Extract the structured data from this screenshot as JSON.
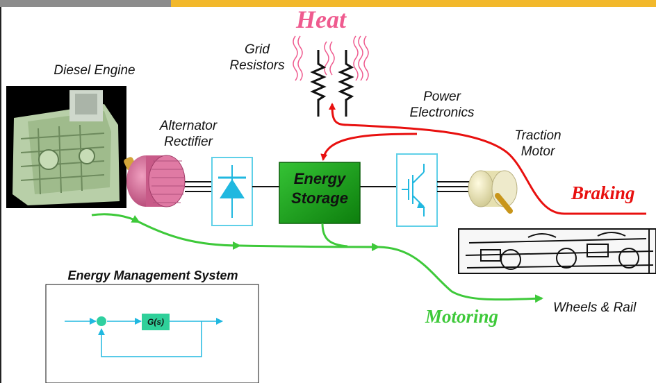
{
  "heat": "Heat",
  "grid_resistors": [
    "Grid",
    "Resistors"
  ],
  "diesel_engine": "Diesel Engine",
  "alternator_rectifier": [
    "Alternator",
    "Rectifier"
  ],
  "power_electronics": [
    "Power",
    "Electronics"
  ],
  "traction_motor": [
    "Traction",
    "Motor"
  ],
  "energy_storage": [
    "Energy",
    "Storage"
  ],
  "braking": "Braking",
  "motoring": "Motoring",
  "wheels_rail": "Wheels & Rail",
  "ems_title": "Energy Management System",
  "transfer_function": "G(s)",
  "colors": {
    "heat": "#ef5b8f",
    "braking_path": "#e8100f",
    "motoring_path": "#3ec93a",
    "energy_storage": "#1a9c1a",
    "control_lines": "#20b8e0",
    "top_bar_accent": "#f2b82b"
  }
}
